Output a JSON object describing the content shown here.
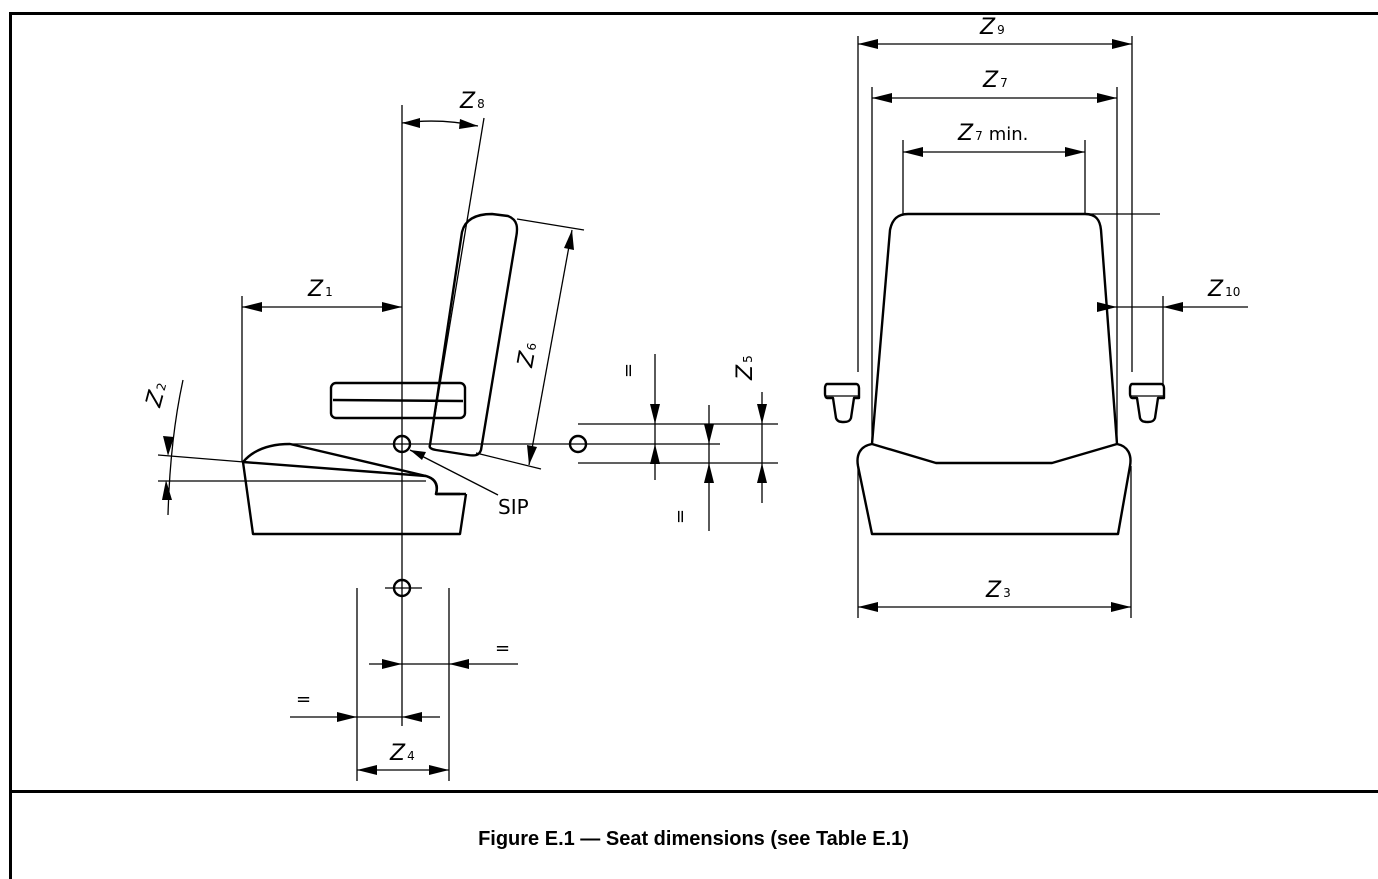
{
  "figure": {
    "caption": "Figure E.1 — Seat dimensions (see Table E.1)"
  },
  "labels": {
    "z1": {
      "letter": "Z",
      "sub": "1"
    },
    "z2": {
      "letter": "Z",
      "sub": "2"
    },
    "z3": {
      "letter": "Z",
      "sub": "3"
    },
    "z4": {
      "letter": "Z",
      "sub": "4"
    },
    "z5": {
      "letter": "Z",
      "sub": "5"
    },
    "z6": {
      "letter": "Z",
      "sub": "6"
    },
    "z7": {
      "letter": "Z",
      "sub": "7"
    },
    "z7min": {
      "letter": "Z",
      "sub": "7",
      "suffix": "min."
    },
    "z8": {
      "letter": "Z",
      "sub": "8"
    },
    "z9": {
      "letter": "Z",
      "sub": "9"
    },
    "z10": {
      "letter": "Z",
      "sub": "10"
    },
    "sip": "SIP",
    "equal": "="
  }
}
